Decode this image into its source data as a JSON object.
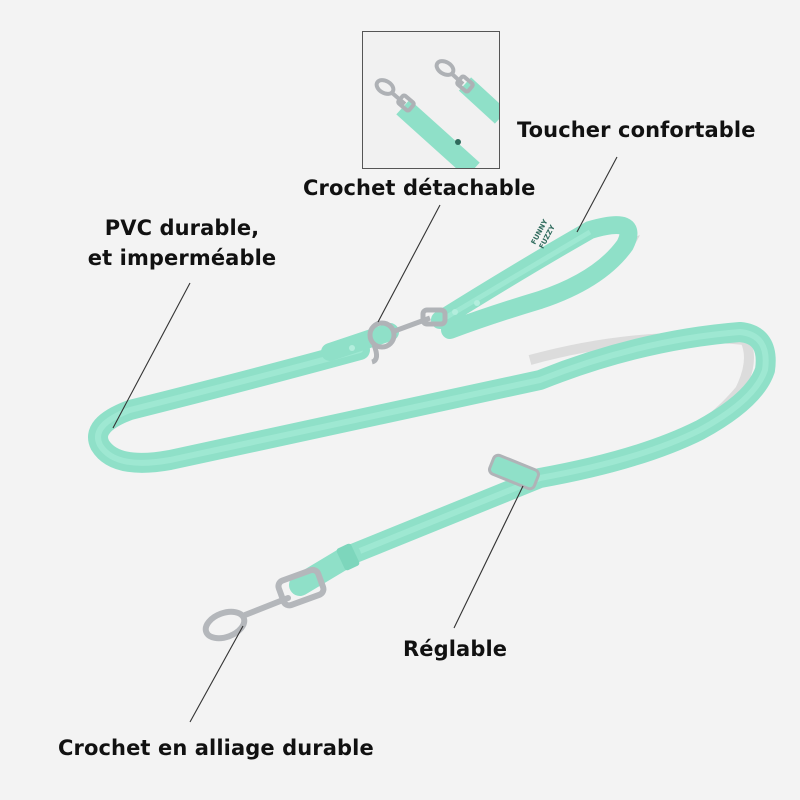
{
  "product": {
    "name": "Funny Fuzzy leash",
    "brand_print": [
      "FUNNY",
      "FUZZY"
    ],
    "strap_color": "#8fe0c8",
    "strap_shadow": "#6cc7ad",
    "hardware_color": "#b9bcc0",
    "background": "#f3f3f3"
  },
  "inset": {
    "description": "detachable hooks close-up"
  },
  "callouts": [
    {
      "id": "touch",
      "text": "Toucher confortable"
    },
    {
      "id": "hook-detachable",
      "text": "Crochet détachable"
    },
    {
      "id": "pvc",
      "line1": "PVC durable,",
      "line2": "et imperméable"
    },
    {
      "id": "adjustable",
      "text": "Réglable"
    },
    {
      "id": "alloy-hook",
      "text": "Crochet en alliage durable"
    }
  ]
}
